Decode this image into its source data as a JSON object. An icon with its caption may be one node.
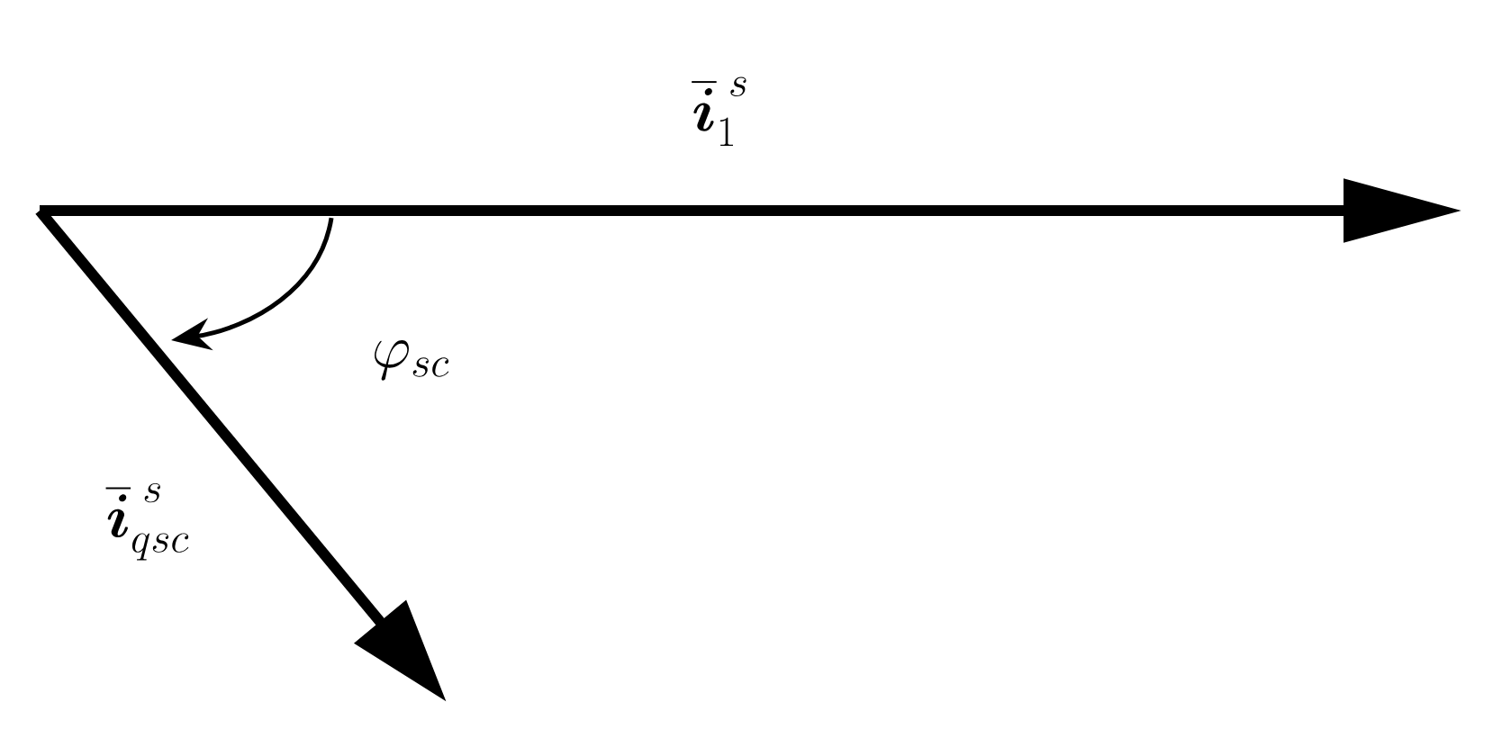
{
  "diagram": {
    "labels": [
      "\\overline{\\boldsymbol{i}}_{1}^{\\;s}",
      "\\varphi_{sc}",
      "\\overline{\\boldsymbol{i}}_{qsc}^{\\;s}"
    ]
  }
}
